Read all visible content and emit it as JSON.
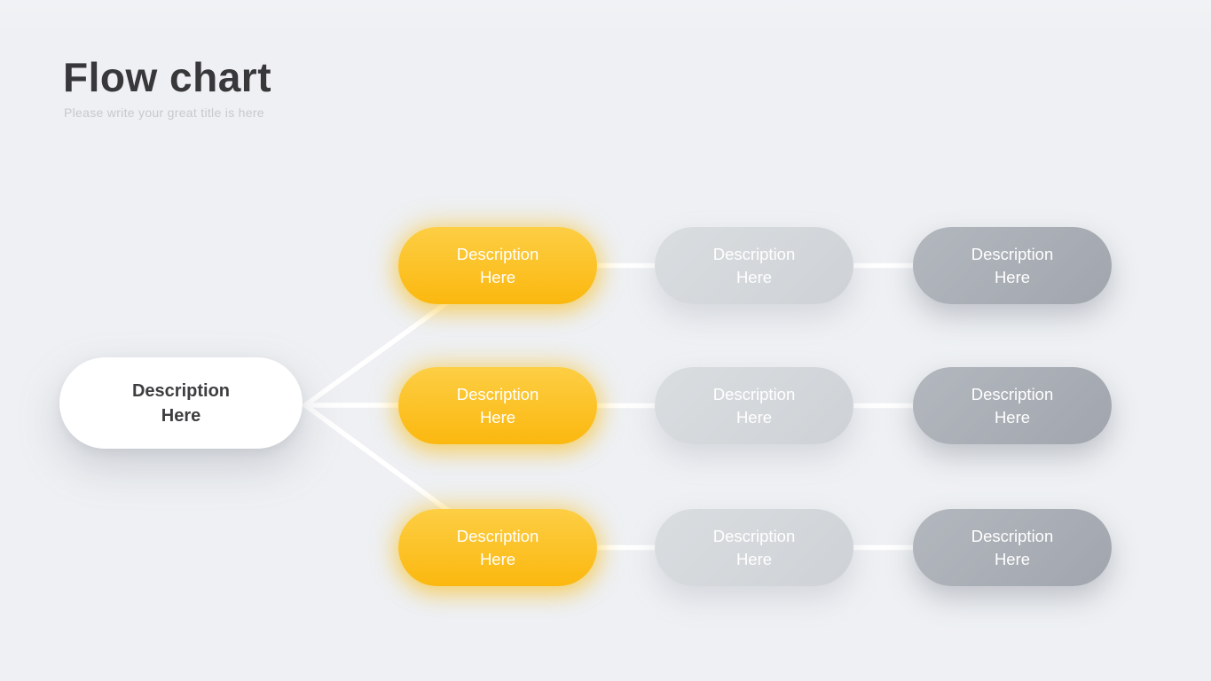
{
  "header": {
    "title": "Flow chart",
    "subtitle": "Please write your great title is here"
  },
  "diagram": {
    "root": {
      "label": "Description\nHere"
    },
    "rows": [
      {
        "nodes": [
          {
            "label": "Description\nHere",
            "variant": "yellow"
          },
          {
            "label": "Description\nHere",
            "variant": "gray-light"
          },
          {
            "label": "Description\nHere",
            "variant": "gray-dark"
          }
        ]
      },
      {
        "nodes": [
          {
            "label": "Description\nHere",
            "variant": "yellow"
          },
          {
            "label": "Description\nHere",
            "variant": "gray-light"
          },
          {
            "label": "Description\nHere",
            "variant": "gray-dark"
          }
        ]
      },
      {
        "nodes": [
          {
            "label": "Description\nHere",
            "variant": "yellow"
          },
          {
            "label": "Description\nHere",
            "variant": "gray-light"
          },
          {
            "label": "Description\nHere",
            "variant": "gray-dark"
          }
        ]
      }
    ]
  },
  "colors": {
    "background": "#eef0f3",
    "accent_yellow": "#fbbb12",
    "gray_light": "#d3d6da",
    "gray_dark": "#a8acb4",
    "root_fill": "#ffffff",
    "connector": "#ffffff",
    "title_text": "#38383a",
    "subtitle_text": "#c7c9ce",
    "node_text": "#ffffff"
  }
}
